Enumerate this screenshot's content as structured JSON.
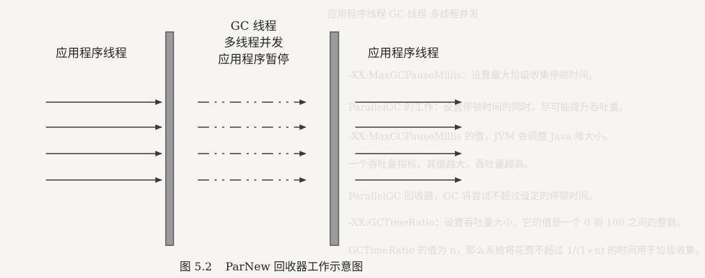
{
  "diagram": {
    "left_label": "应用程序线程",
    "gc_title_lines": [
      "GC 线程",
      "多线程并发",
      "应用程序暂停"
    ],
    "right_label": "应用程序线程",
    "caption_number": "图 5.2",
    "caption_text": "ParNew 回收器工作示意图",
    "thread_count": 4,
    "colors": {
      "arrow": "#3a3a3a",
      "pause_bar_fill": "#9b9b9b",
      "pause_bar_stroke": "#5a5a5a",
      "background": "#f6f5f2"
    }
  },
  "background_bleed_text": [
    "应用程序线程 GC 线程 多线程并发",
    "-XX:MaxGCPauseMillis：设置最大垃圾收集停顿时间。",
    "ParallelGC 的工作：设置停顿时间的同时，尽可能提升吞吐量。",
    "-XX:MaxGCPauseMillis 的值，JVM 会调整 Java 堆大小。",
    "一个吞吐量指标，其值越大，吞吐量越高。",
    "ParallelGC 回收器，GC 将尝试不超过设定的停顿时间。",
    "-XX:GCTimeRatio：设置吞吐量大小，它的值是一个 0 到 100 之间的整数。",
    "GCTimeRatio 的值为 n，那么系统将花费不超过 1/(1+n) 的时间用于垃圾收集。"
  ]
}
